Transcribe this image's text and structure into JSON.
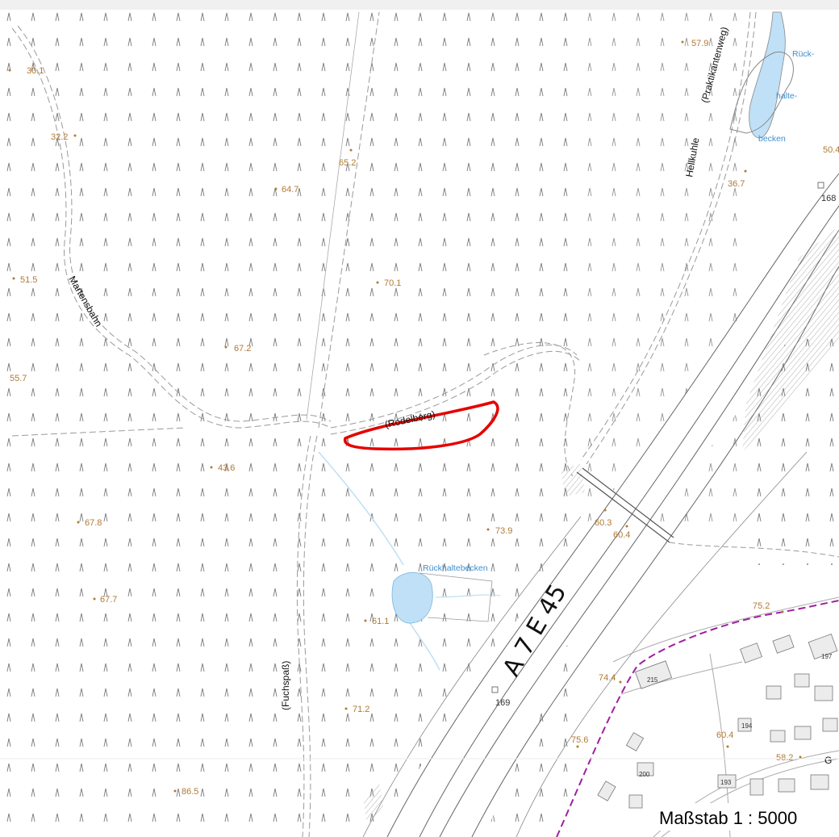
{
  "scale": {
    "label": "Maßstab 1 : 5000"
  },
  "highway": {
    "label": "A 7 E 45"
  },
  "streets": {
    "martensbahn": "Martensbahn",
    "rodelberg": "(Rodelberg)",
    "fuchspass": "(Fuchspaß)",
    "hellkuhle": "Hellkuhle",
    "praktikantenweg": "(Praktikantenweg)",
    "g_street": "G"
  },
  "water": {
    "basin_north_1": "Rück-",
    "basin_north_2": "halte-",
    "basin_north_3": "becken",
    "basin_south": "Rückhaltebecken"
  },
  "spot_heights": [
    "30.1",
    "32.2",
    "65.2",
    "64.7",
    "57.9",
    "36.7",
    "50.4",
    "51.5",
    "70.1",
    "67.2",
    "55.7",
    "43.6",
    "67.8",
    "73.9",
    "60.3",
    "60.4",
    "67.7",
    "61.1",
    "75.2",
    "74.4",
    "71.2",
    "75.6",
    "60.4",
    "58.2",
    "86.5"
  ],
  "house_numbers": [
    "168",
    "169",
    "215",
    "197",
    "194",
    "200",
    "193"
  ],
  "colors": {
    "paths": "#9a9a9a",
    "highway": "#555555",
    "water": "#bfe0f6",
    "highlight": "#e60000",
    "boundary": "#a020a0",
    "vegetation": "#777777",
    "spot_height": "#b07a35"
  }
}
